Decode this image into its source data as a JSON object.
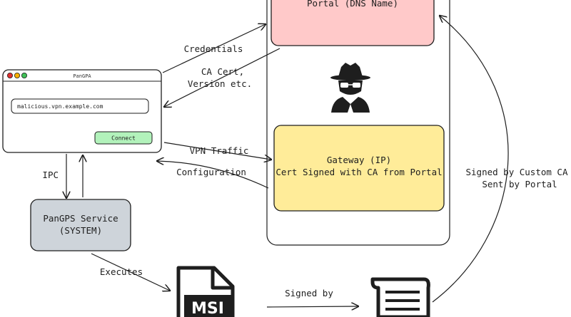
{
  "client_window": {
    "title": "PanGPA",
    "url_value": "malicious.vpn.example.com",
    "connect_label": "Connect"
  },
  "portal": {
    "label": "Portal (DNS Name)"
  },
  "gateway": {
    "line1": "Gateway (IP)",
    "line2": "Cert Signed with CA from Portal"
  },
  "service": {
    "line1": "PanGPS Service",
    "line2": "(SYSTEM)"
  },
  "msi": {
    "label": "MSI",
    "icon": "msi-file-icon"
  },
  "certificate": {
    "icon": "certificate-document-icon"
  },
  "attacker": {
    "icon": "hacker-spy-icon"
  },
  "edges": {
    "credentials": "Credentials",
    "ca_cert_1": "CA Cert,",
    "ca_cert_2": "Version etc.",
    "vpn_traffic": "VPN Traffic",
    "configuration": "Configuration",
    "ipc": "IPC",
    "executes": "Executes",
    "signed_by": "Signed by",
    "custom_ca_1": "Signed by Custom CA",
    "custom_ca_2": "Sent by Portal"
  },
  "colors": {
    "portal_fill": "#ffc9c9",
    "gateway_fill": "#ffec99",
    "service_fill": "#ced4da",
    "connect_fill": "#b2f2bb",
    "stroke": "#1e1e1e"
  }
}
